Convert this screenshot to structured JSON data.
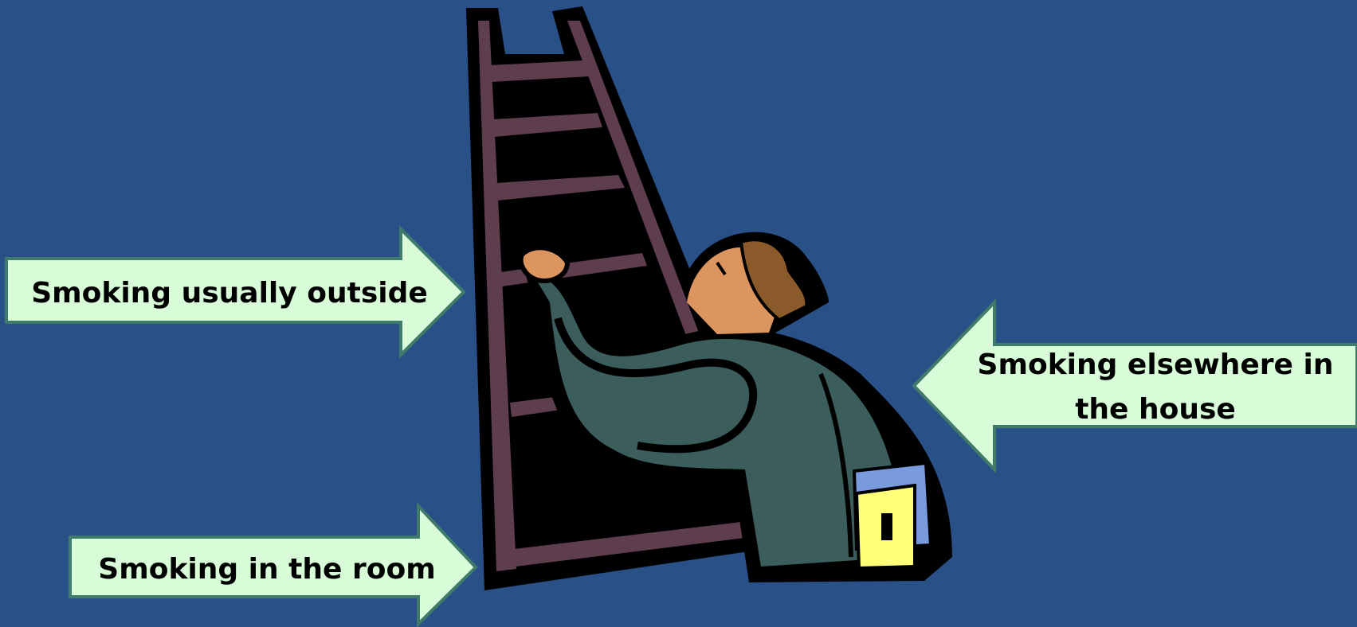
{
  "background_color": "#2a5088",
  "arrow_fill": "#d8fcd8",
  "arrow_stroke": "#3f7a6a",
  "labels": {
    "outside": "Smoking usually outside",
    "room": "Smoking in the room",
    "elsewhere": "Smoking elsewhere in the house"
  },
  "illustration": {
    "name": "person-climbing-ladder",
    "colors": {
      "ladder": "#5e3e4e",
      "outline": "#000000",
      "sweater": "#3b5e5c",
      "skin": "#dc955f",
      "hair": "#8a5a2b",
      "pocket_yellow": "#ffff78",
      "pocket_blue": "#7a9ade"
    }
  }
}
